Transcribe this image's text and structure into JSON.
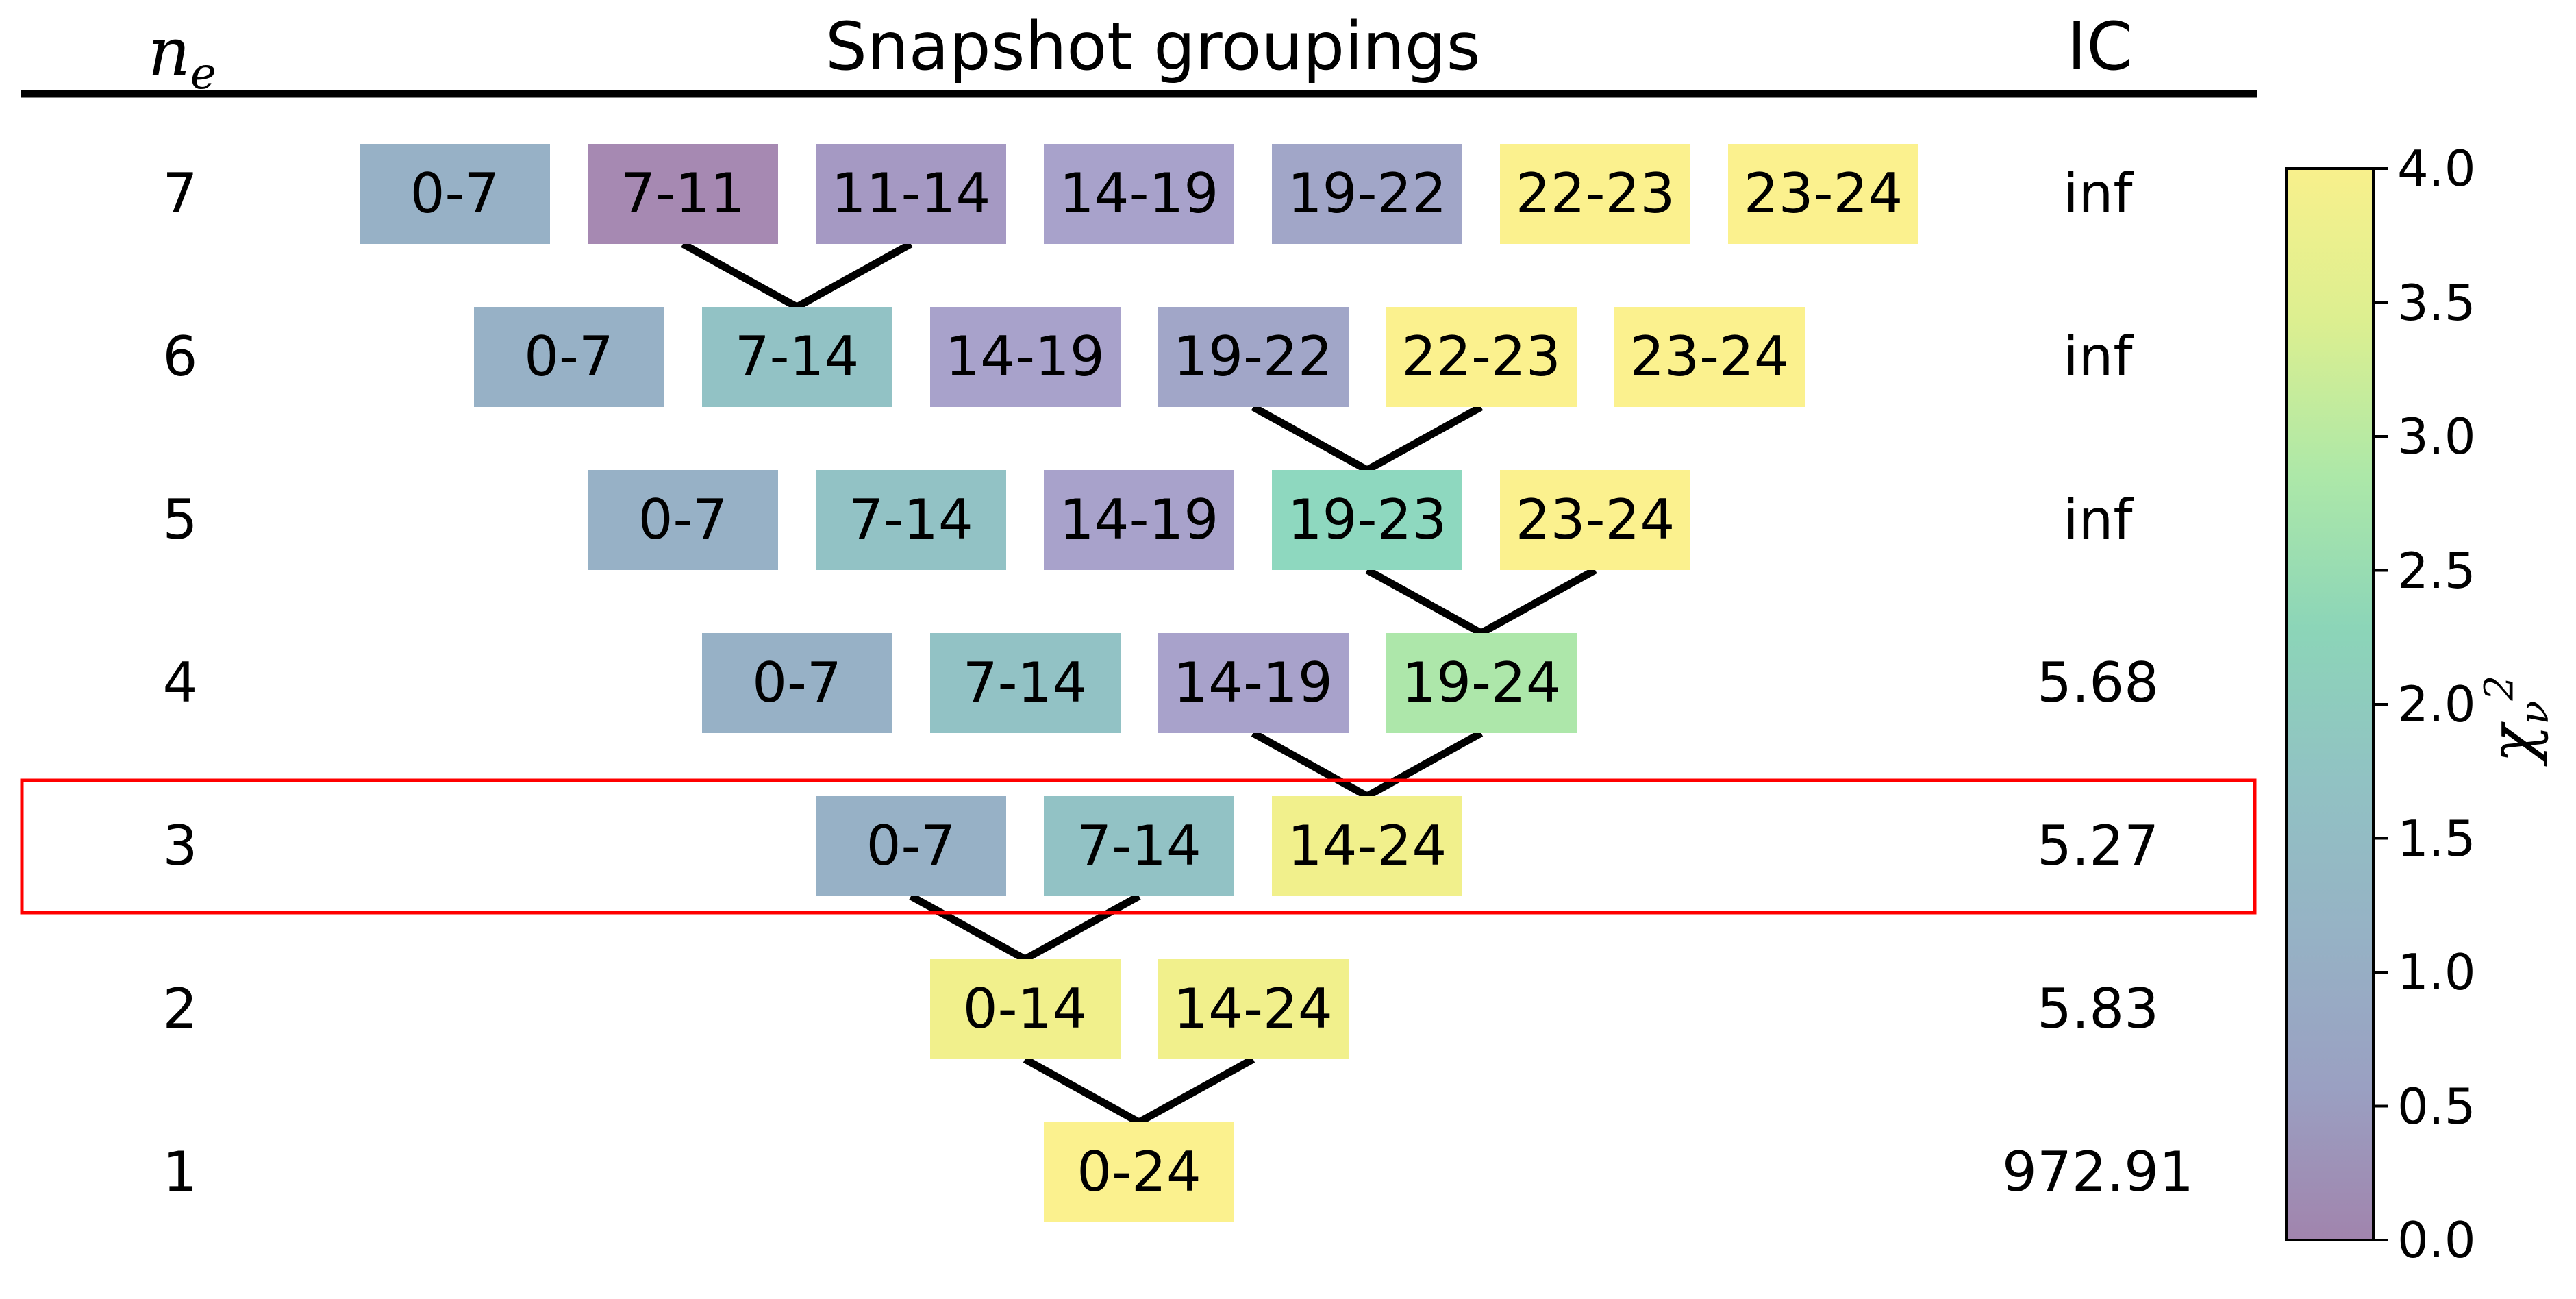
{
  "headers": {
    "ne_main": "n",
    "ne_sub": "e",
    "groupings": "Snapshot groupings",
    "ic": "IC"
  },
  "colorbar": {
    "ticks": [
      "0.0",
      "0.5",
      "1.0",
      "1.5",
      "2.0",
      "2.5",
      "3.0",
      "3.5",
      "4.0"
    ],
    "range": [
      0,
      4
    ],
    "label_main": "χ",
    "label_sub": "ν",
    "label_sup": "2",
    "colors": [
      "#a184ad",
      "#9aa0c2",
      "#96b2c5",
      "#91c2c3",
      "#8cd5b8",
      "#ade8a8",
      "#dcef90",
      "#f8f08c"
    ]
  },
  "highlight_row": "3",
  "highlight_color": "#ff0000",
  "rows": [
    {
      "ne": "7",
      "ic": "inf",
      "cells": [
        {
          "label": "0-7",
          "color": "#97b1c6"
        },
        {
          "label": "7-11",
          "color": "#a689b2"
        },
        {
          "label": "11-14",
          "color": "#a599c3"
        },
        {
          "label": "14-19",
          "color": "#a8a2cb"
        },
        {
          "label": "19-22",
          "color": "#a1a6c8"
        },
        {
          "label": "22-23",
          "color": "#fbf18e"
        },
        {
          "label": "23-24",
          "color": "#fbf18e"
        }
      ]
    },
    {
      "ne": "6",
      "ic": "inf",
      "cells": [
        {
          "label": "0-7",
          "color": "#97b1c6"
        },
        {
          "label": "7-14",
          "color": "#92c2c5"
        },
        {
          "label": "14-19",
          "color": "#a8a2cb"
        },
        {
          "label": "19-22",
          "color": "#a1a6c8"
        },
        {
          "label": "22-23",
          "color": "#fbf18e"
        },
        {
          "label": "23-24",
          "color": "#fbf18e"
        }
      ]
    },
    {
      "ne": "5",
      "ic": "inf",
      "cells": [
        {
          "label": "0-7",
          "color": "#97b1c6"
        },
        {
          "label": "7-14",
          "color": "#92c2c5"
        },
        {
          "label": "14-19",
          "color": "#a8a2cb"
        },
        {
          "label": "19-23",
          "color": "#8ed8bf"
        },
        {
          "label": "23-24",
          "color": "#fbf18e"
        }
      ]
    },
    {
      "ne": "4",
      "ic": "5.68",
      "cells": [
        {
          "label": "0-7",
          "color": "#97b1c6"
        },
        {
          "label": "7-14",
          "color": "#92c2c5"
        },
        {
          "label": "14-19",
          "color": "#a8a2cb"
        },
        {
          "label": "19-24",
          "color": "#ade7aa"
        }
      ]
    },
    {
      "ne": "3",
      "ic": "5.27",
      "cells": [
        {
          "label": "0-7",
          "color": "#97b1c6"
        },
        {
          "label": "7-14",
          "color": "#92c2c5"
        },
        {
          "label": "14-24",
          "color": "#f1f08c"
        }
      ]
    },
    {
      "ne": "2",
      "ic": "5.83",
      "cells": [
        {
          "label": "0-14",
          "color": "#f1f08c"
        },
        {
          "label": "14-24",
          "color": "#f1f08c"
        }
      ]
    },
    {
      "ne": "1",
      "ic": "972.91",
      "cells": [
        {
          "label": "0-24",
          "color": "#fbf18e"
        }
      ]
    }
  ],
  "merges": [
    {
      "from_row": 0,
      "cells": [
        1,
        2
      ],
      "to_row": 1,
      "to_cell": 1
    },
    {
      "from_row": 1,
      "cells": [
        3,
        4
      ],
      "to_row": 2,
      "to_cell": 3
    },
    {
      "from_row": 2,
      "cells": [
        3,
        4
      ],
      "to_row": 3,
      "to_cell": 3
    },
    {
      "from_row": 3,
      "cells": [
        2,
        3
      ],
      "to_row": 4,
      "to_cell": 2
    },
    {
      "from_row": 4,
      "cells": [
        0,
        1
      ],
      "to_row": 5,
      "to_cell": 0
    },
    {
      "from_row": 5,
      "cells": [
        0,
        1
      ],
      "to_row": 6,
      "to_cell": 0
    }
  ]
}
